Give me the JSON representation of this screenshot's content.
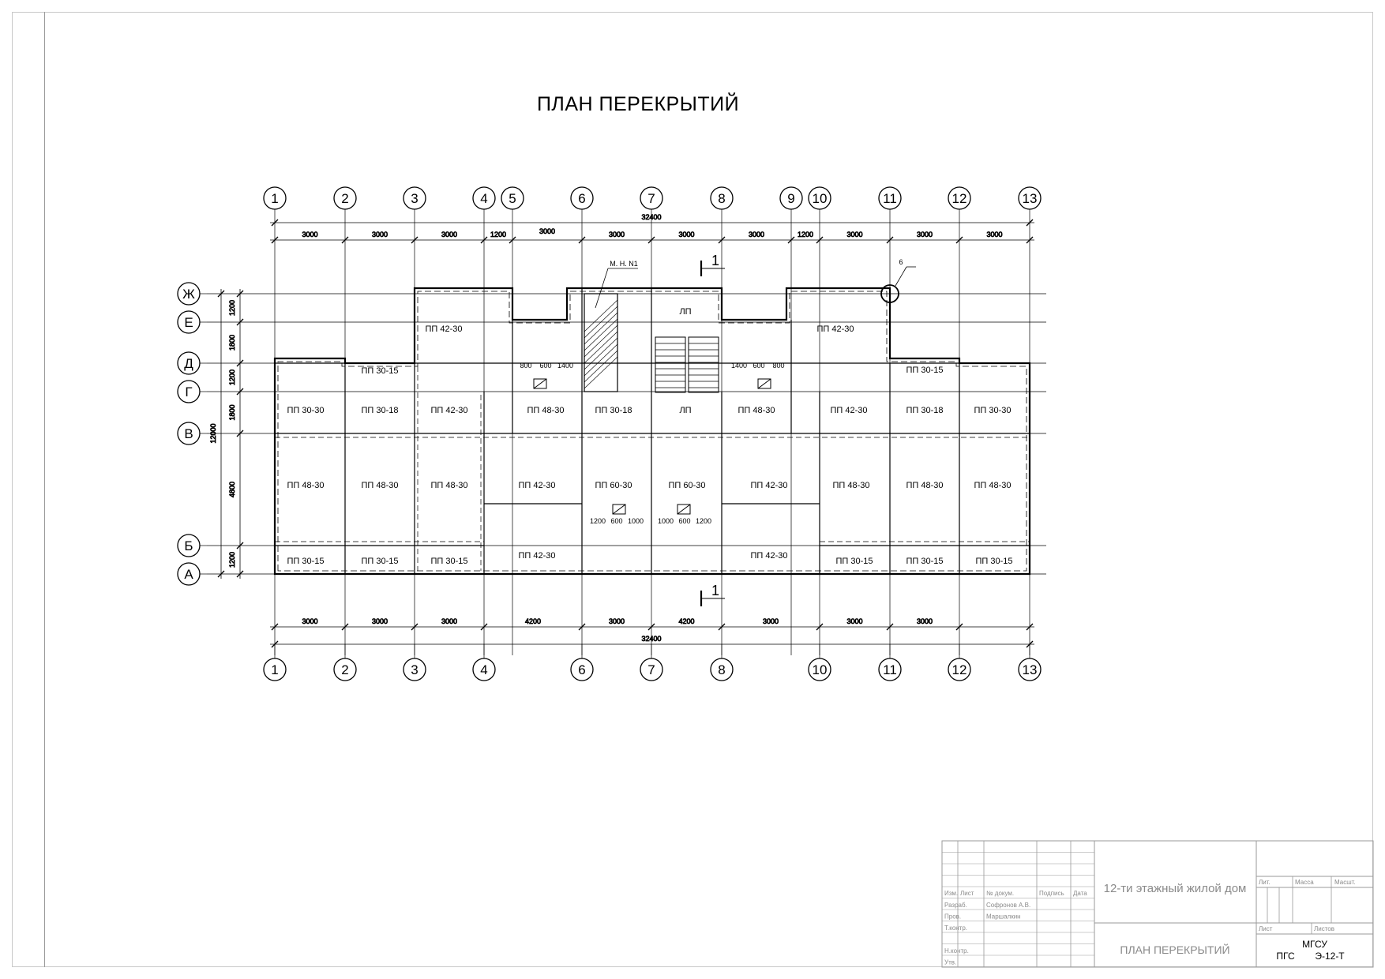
{
  "title": "ПЛАН ПЕРЕКРЫТИЙ",
  "axes_top": [
    "1",
    "2",
    "3",
    "4",
    "5",
    "6",
    "7",
    "8",
    "9",
    "10",
    "11",
    "12",
    "13"
  ],
  "axes_bottom": [
    "1",
    "2",
    "3",
    "4",
    "6",
    "7",
    "8",
    "10",
    "11",
    "12",
    "13"
  ],
  "axes_rows": [
    "Ж",
    "Е",
    "Д",
    "Г",
    "В",
    "Б",
    "А"
  ],
  "dims_top_total": "32400",
  "dims_top": [
    "3000",
    "3000",
    "3000",
    "1200",
    "3000",
    "3000",
    "3000",
    "3000",
    "1200",
    "3000",
    "3000",
    "3000"
  ],
  "dims_bottom": [
    "3000",
    "3000",
    "3000",
    "4200",
    "3000",
    "4200",
    "3000",
    "3000",
    "3000"
  ],
  "dims_bottom_total": "32400",
  "dims_left": [
    "1200",
    "1800",
    "1200",
    "1800",
    "4800",
    "1200"
  ],
  "dims_left_total": "12000",
  "slabs": [
    {
      "id": "s1",
      "label": "ПП 42-30"
    },
    {
      "id": "s2",
      "label": "ПП 42-30"
    },
    {
      "id": "s3",
      "label": "ЛП"
    },
    {
      "id": "s4",
      "label": "ПП 30-15"
    },
    {
      "id": "s5",
      "label": "ПП 30-15"
    },
    {
      "id": "s6",
      "label": "ПП 30-30"
    },
    {
      "id": "s7",
      "label": "ПП 30-18"
    },
    {
      "id": "s8",
      "label": "ПП 42-30"
    },
    {
      "id": "s9",
      "label": "ПП 48-30"
    },
    {
      "id": "s10",
      "label": "ПП 30-18"
    },
    {
      "id": "s11",
      "label": "ЛП"
    },
    {
      "id": "s12",
      "label": "ПП 48-30"
    },
    {
      "id": "s13",
      "label": "ПП 42-30"
    },
    {
      "id": "s14",
      "label": "ПП 30-18"
    },
    {
      "id": "s15",
      "label": "ПП 30-30"
    },
    {
      "id": "s16",
      "label": "ПП 48-30"
    },
    {
      "id": "s17",
      "label": "ПП 48-30"
    },
    {
      "id": "s18",
      "label": "ПП 48-30"
    },
    {
      "id": "s19",
      "label": "ПП 42-30"
    },
    {
      "id": "s20",
      "label": "ПП 60-30"
    },
    {
      "id": "s21",
      "label": "ПП 60-30"
    },
    {
      "id": "s22",
      "label": "ПП 42-30"
    },
    {
      "id": "s23",
      "label": "ПП 48-30"
    },
    {
      "id": "s24",
      "label": "ПП 48-30"
    },
    {
      "id": "s25",
      "label": "ПП 48-30"
    },
    {
      "id": "s26",
      "label": "ПП 30-15"
    },
    {
      "id": "s27",
      "label": "ПП 30-15"
    },
    {
      "id": "s28",
      "label": "ПП 30-15"
    },
    {
      "id": "s29",
      "label": "ПП 42-30"
    },
    {
      "id": "s30",
      "label": "ПП 42-30"
    },
    {
      "id": "s31",
      "label": "ПП 30-15"
    },
    {
      "id": "s32",
      "label": "ПП 30-15"
    },
    {
      "id": "s33",
      "label": "ПП 30-15"
    }
  ],
  "openings": {
    "o1": [
      "800",
      "600",
      "1400"
    ],
    "o2": [
      "1400",
      "600",
      "800"
    ],
    "o3": [
      "1200",
      "600",
      "1000"
    ],
    "o4": [
      "1000",
      "600",
      "1200"
    ]
  },
  "callouts": {
    "node_label": "М. Н. N1",
    "node_number": "6",
    "section_mark": "1"
  },
  "title_block": {
    "headers": [
      "Изм.",
      "Лист",
      "№ докум.",
      "Подпись",
      "Дата"
    ],
    "roles": [
      "Разраб.",
      "Пров.",
      "Т.контр.",
      "",
      "Н.контр.",
      "Утв."
    ],
    "names": [
      "Софронов А.В.",
      "Маршалкин",
      "",
      "",
      "",
      ""
    ],
    "project": "12-ти этажный жилой дом",
    "sheet_title": "ПЛАН ПЕРЕКРЫТИЙ",
    "stage_headers": [
      "Лит.",
      "Масса",
      "Масшт."
    ],
    "sheet_headers": [
      "Лист",
      "Листов"
    ],
    "org_line1": "МГСУ",
    "org_line2a": "ПГС",
    "org_line2b": "Э-12-Т"
  }
}
